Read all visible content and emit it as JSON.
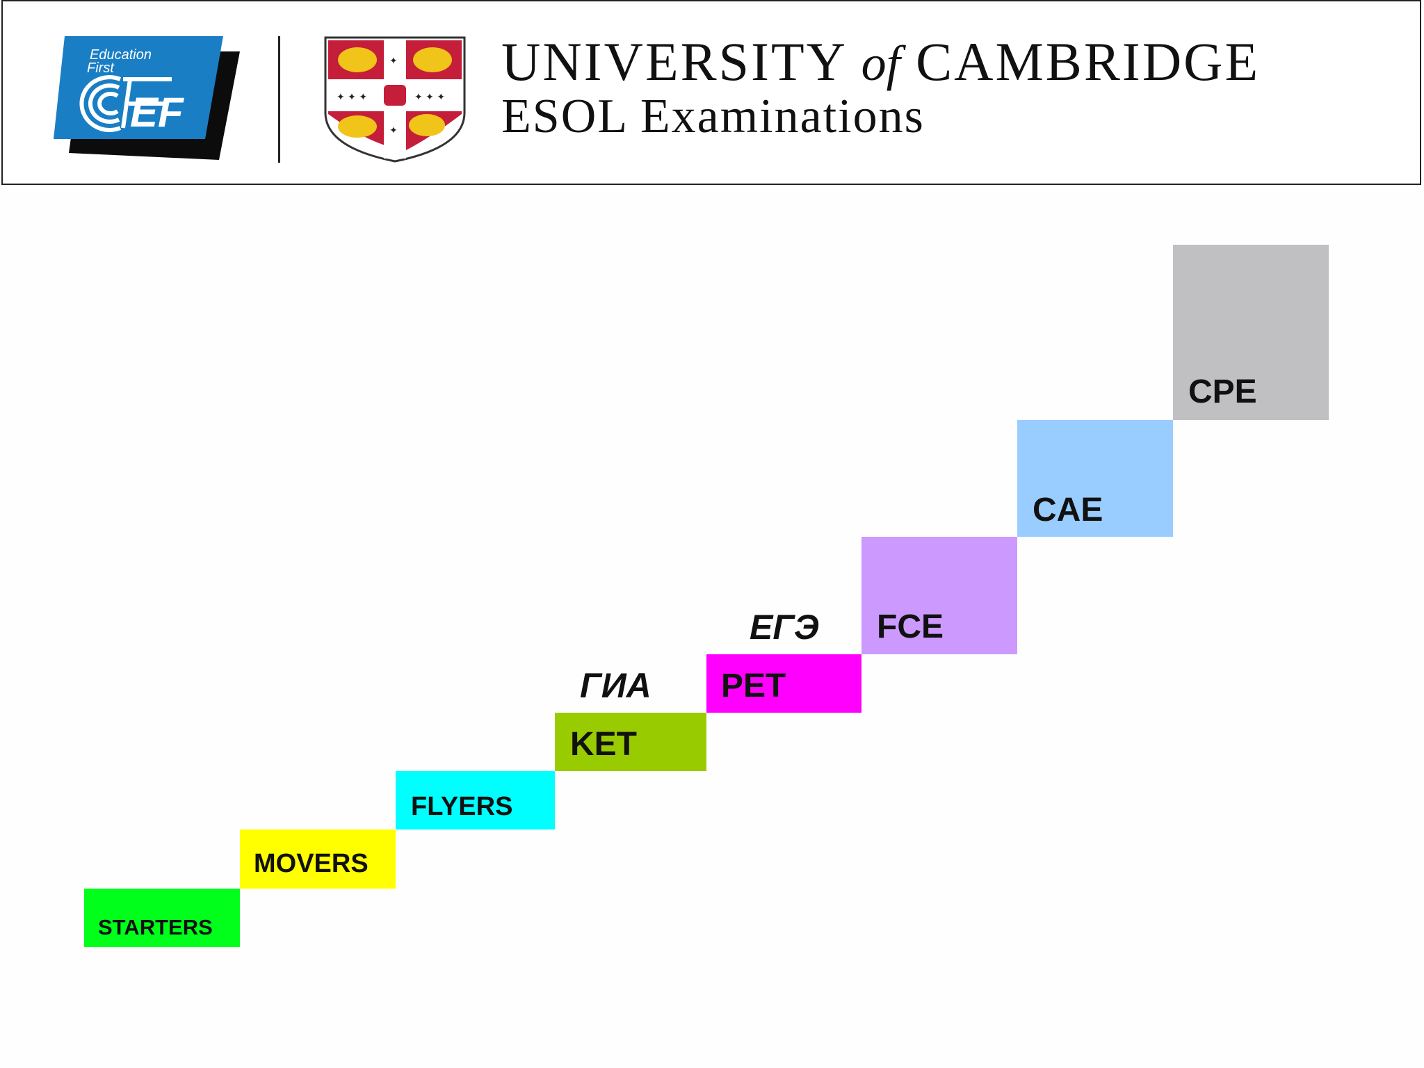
{
  "header": {
    "ef_logo": {
      "line1": "Education",
      "line2": "First",
      "mark": "EF",
      "color": "#1a7ec4"
    },
    "university_line": {
      "part1": "UNIVERSITY",
      "part2": "of",
      "part3": "CAMBRIDGE"
    },
    "subtitle": "ESOL Examinations",
    "crest_icon": "cambridge-crest-icon"
  },
  "levels": [
    {
      "label": "STARTERS",
      "color": "#00ff1a",
      "rank": 1
    },
    {
      "label": "MOVERS",
      "color": "#ffff00",
      "rank": 2
    },
    {
      "label": "FLYERS",
      "color": "#00ffff",
      "rank": 3
    },
    {
      "label": "KET",
      "color": "#99cc00",
      "rank": 4
    },
    {
      "label": "PET",
      "color": "#ff00ff",
      "rank": 5
    },
    {
      "label": "FCE",
      "color": "#cc99ff",
      "rank": 6
    },
    {
      "label": "CAE",
      "color": "#99ccff",
      "rank": 7
    },
    {
      "label": "CPE",
      "color": "#c0bfc1",
      "rank": 8
    }
  ],
  "russian_exams": [
    {
      "label": "ГИА",
      "aligned_with": "KET"
    },
    {
      "label": "ЕГЭ",
      "aligned_with": "PET"
    }
  ]
}
